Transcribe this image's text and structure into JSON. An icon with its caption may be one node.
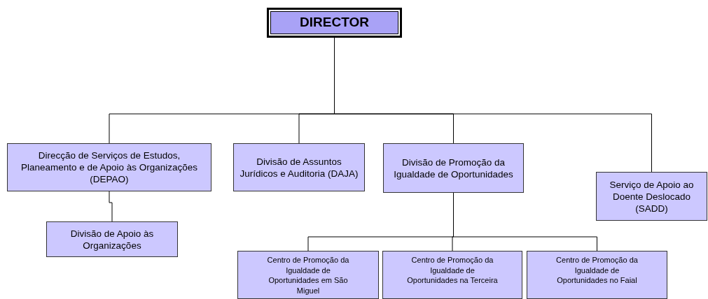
{
  "diagram": {
    "nodes": [
      {
        "text": [
          "DIRECTOR"
        ]
      },
      {
        "text": [
          "Direcção de Serviços de Estudos, Planeamento e de Apoio às Organizações (DEPAO)"
        ]
      },
      {
        "text": [
          "Divisão de Assuntos Jurídicos e Auditoria (DAJA)"
        ]
      },
      {
        "text": [
          "Divisão de Promoção da Igualdade de Oportunidades"
        ]
      },
      {
        "text": [
          "Serviço de Apoio ao Doente Deslocado (SADD)"
        ]
      },
      {
        "text": [
          "Divisão de Apoio às Organizações"
        ]
      },
      {
        "text": [
          "Centro de Promoção da Igualdade de Oportunidades em São Miguel"
        ]
      },
      {
        "text": [
          "Centro de Promoção da Igualdade de Oportunidades na Terceira"
        ]
      },
      {
        "text": [
          "Centro de Promoção da Igualdade de Oportunidades no Faial"
        ]
      }
    ],
    "edges": [
      {
        "from": 0,
        "to": 1,
        "arrow": "none"
      },
      {
        "from": 0,
        "to": 2,
        "arrow": "none"
      },
      {
        "from": 0,
        "to": 3,
        "arrow": "none"
      },
      {
        "from": 0,
        "to": 4,
        "arrow": "none"
      },
      {
        "from": 1,
        "to": 5,
        "arrow": "none"
      },
      {
        "from": 3,
        "to": 6,
        "arrow": "none"
      },
      {
        "from": 3,
        "to": 7,
        "arrow": "none"
      },
      {
        "from": 3,
        "to": 8,
        "arrow": "none"
      }
    ]
  }
}
